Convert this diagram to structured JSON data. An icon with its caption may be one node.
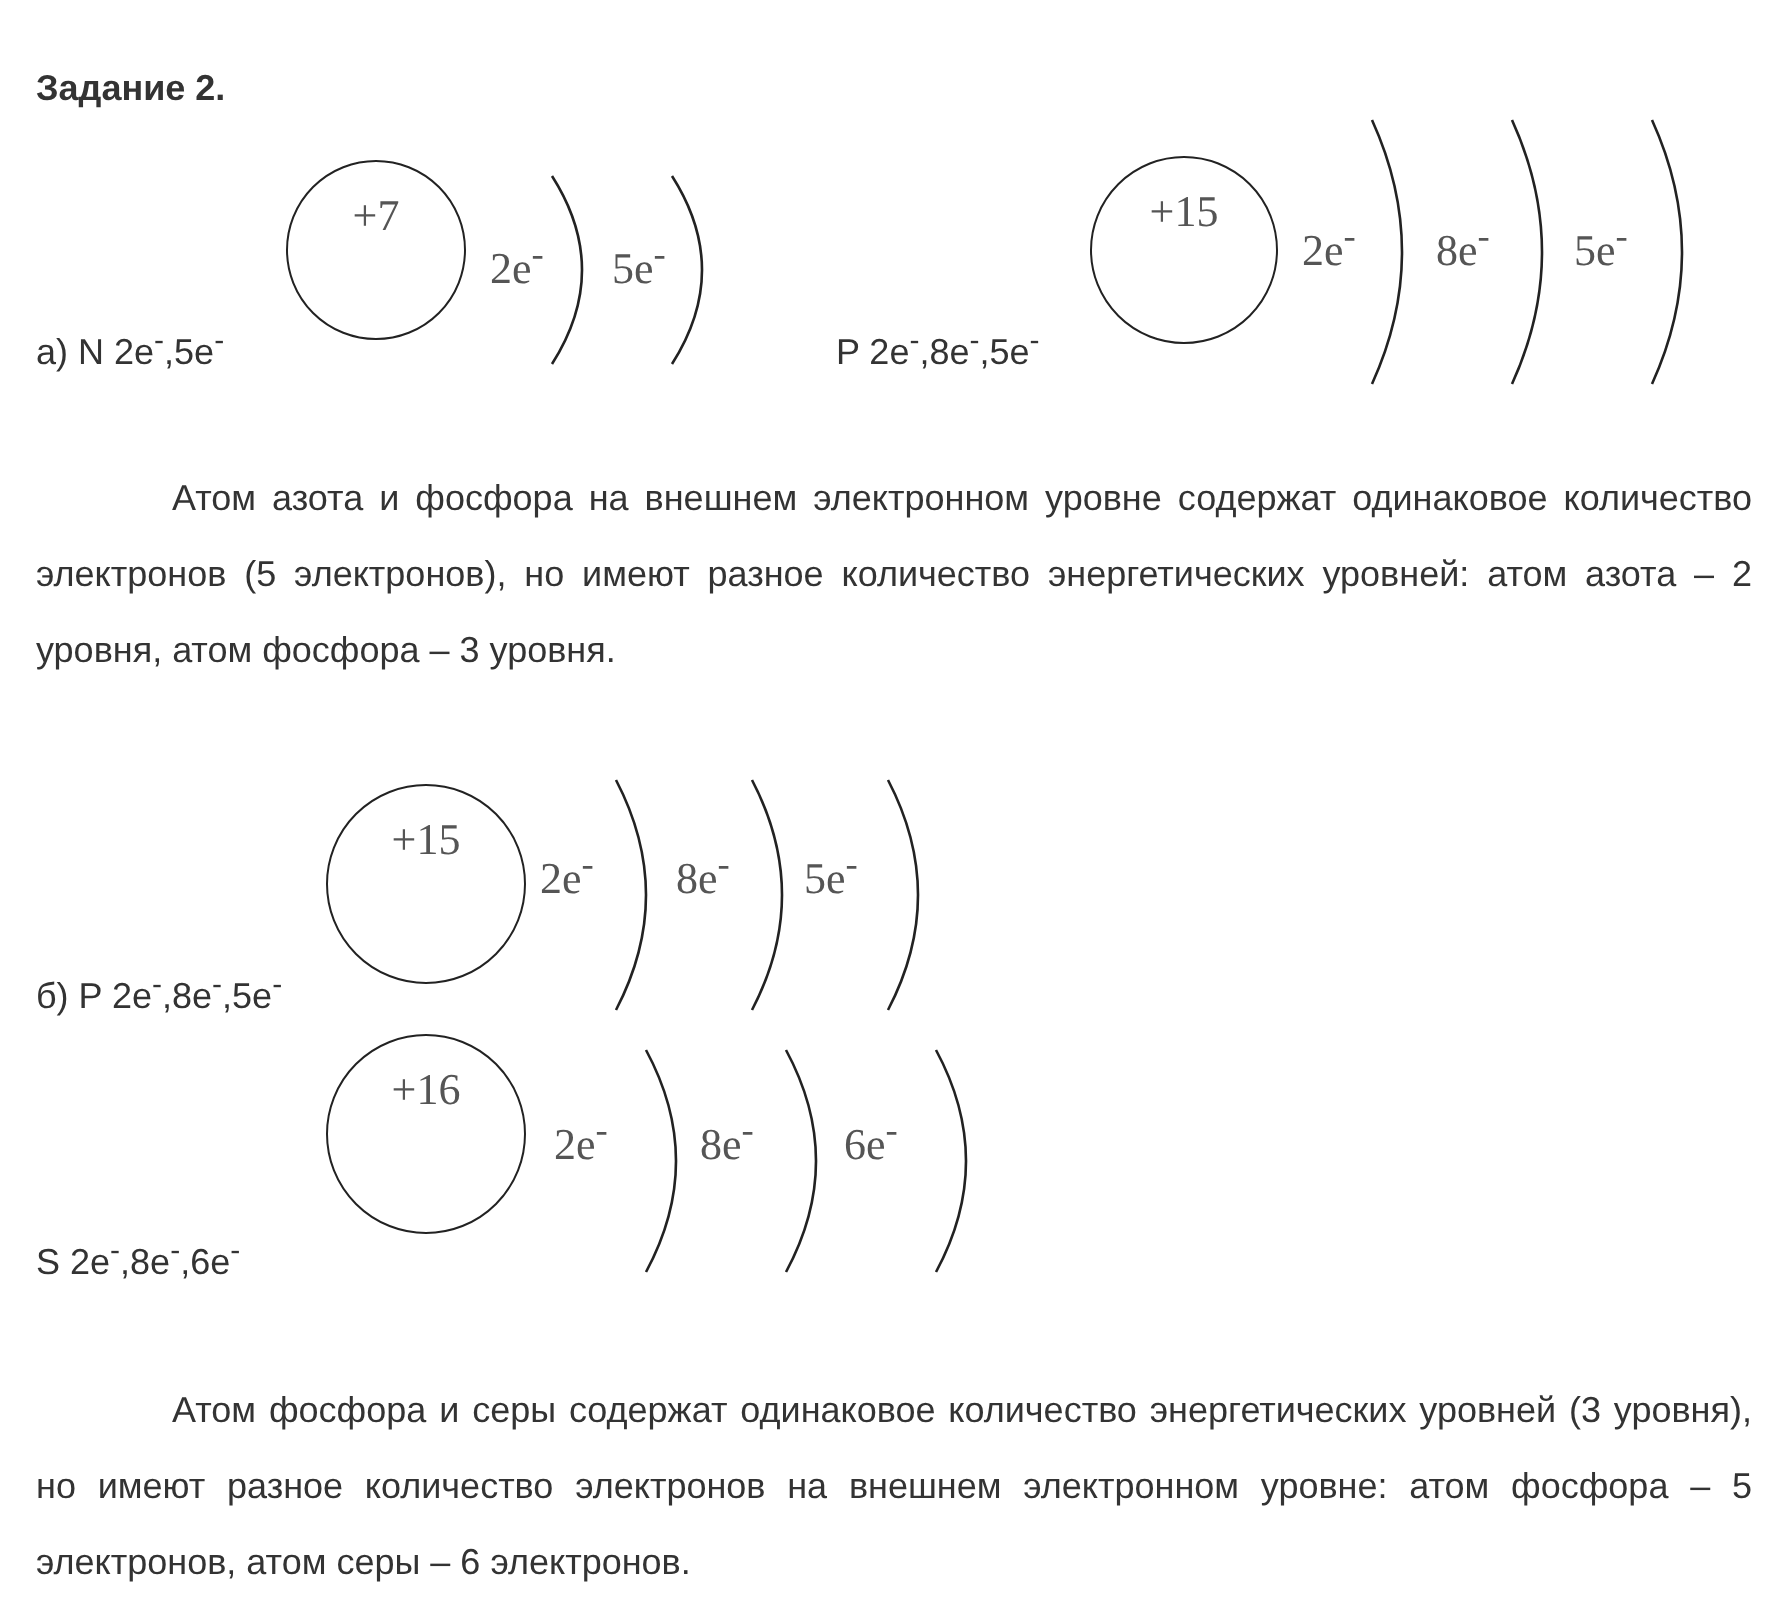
{
  "diagram": {
    "title": "Задание 2.",
    "nodes": [
      {
        "text": [
          "+7"
        ]
      },
      {
        "text": [
          "+15"
        ]
      },
      {
        "text": [
          "+15"
        ]
      },
      {
        "text": [
          "+16"
        ]
      }
    ],
    "labels": [
      "2e$^{-}$",
      "5e$^{-}$",
      "2e$^{-}$",
      "8e$^{-}$",
      "5e$^{-}$",
      "а) N 2e$^{-}$,5e$^{-}$",
      "P 2e$^{-}$,8e$^{-}$,5e$^{-}$",
      "Атом азота и фосфора на внешнем электронном уровне содержат одинаковое количество электронов (5 электронов), но имеют разное количество энергетических уровней: атом азота – 2 уровня, атом фосфора – 3 уровня.",
      "2e$^{-}$",
      "8e$^{-}$",
      "5e$^{-}$",
      "б) P 2e$^{-}$,8e$^{-}$,5e$^{-}$",
      "2e$^{-}$",
      "8e$^{-}$",
      "6e$^{-}$",
      "S 2e$^{-}$,8e$^{-}$,6e$^{-}$",
      "Атом фосфора и серы содержат одинаковое количество энергетических уровней (3 уровня), но имеют разное количество электронов на внешнем электронном уровне: атом фосфора – 5 электронов, атом серы – 6 электронов."
    ]
  }
}
